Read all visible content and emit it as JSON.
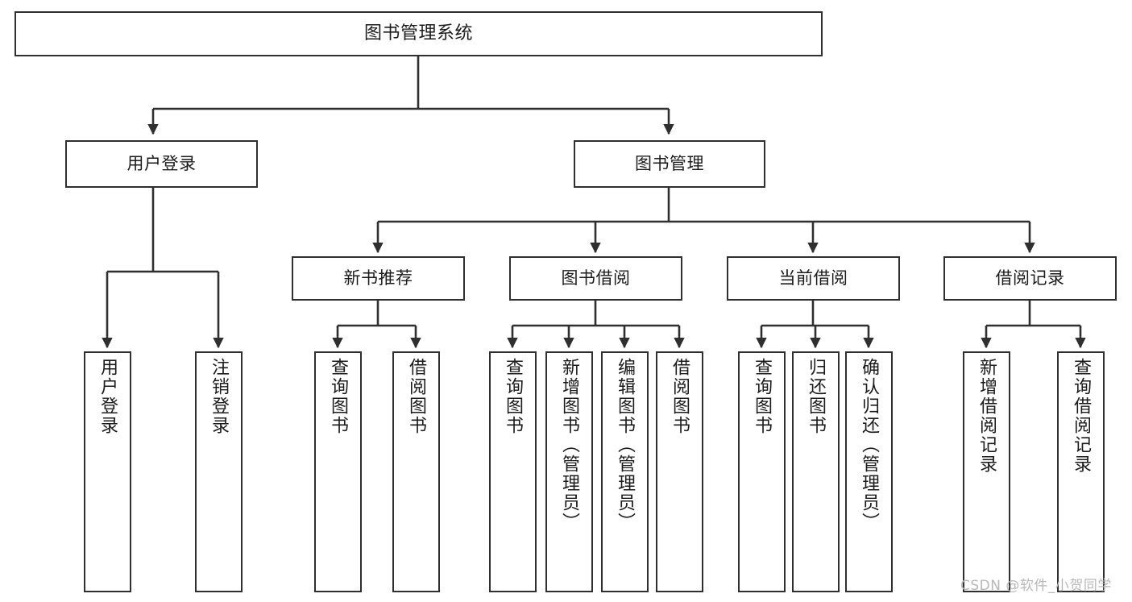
{
  "diagram": {
    "title": "图书管理系统",
    "type": "function-structure-tree",
    "stroke_color": "#2f2f2f",
    "fill_color": "#ffffff",
    "text_color": "#1b1b1b"
  },
  "nodes": {
    "root": {
      "label": "图书管理系统"
    },
    "level1": [
      {
        "id": "user-login",
        "label": "用户登录"
      },
      {
        "id": "book-manage",
        "label": "图书管理"
      }
    ],
    "level2": [
      {
        "id": "new-book-recommend",
        "label": "新书推荐"
      },
      {
        "id": "book-borrow",
        "label": "图书借阅"
      },
      {
        "id": "current-borrow",
        "label": "当前借阅"
      },
      {
        "id": "borrow-record",
        "label": "借阅记录"
      }
    ],
    "leaves": {
      "user-login": [
        {
          "id": "leaf-user-login",
          "label": "用户登录"
        },
        {
          "id": "leaf-logout",
          "label": "注销登录"
        }
      ],
      "new-book-recommend": [
        {
          "id": "leaf-query-book-1",
          "label": "查询图书"
        },
        {
          "id": "leaf-borrow-book-1",
          "label": "借阅图书"
        }
      ],
      "book-borrow": [
        {
          "id": "leaf-query-book-2",
          "label": "查询图书"
        },
        {
          "id": "leaf-add-book",
          "label": "新增图书（管理员）"
        },
        {
          "id": "leaf-edit-book",
          "label": "编辑图书（管理员）"
        },
        {
          "id": "leaf-borrow-book-2",
          "label": "借阅图书"
        }
      ],
      "current-borrow": [
        {
          "id": "leaf-query-book-3",
          "label": "查询图书"
        },
        {
          "id": "leaf-return-book",
          "label": "归还图书"
        },
        {
          "id": "leaf-confirm-return",
          "label": "确认归还（管理员）"
        }
      ],
      "borrow-record": [
        {
          "id": "leaf-add-record",
          "label": "新增借阅记录"
        },
        {
          "id": "leaf-query-record",
          "label": "查询借阅记录"
        }
      ]
    }
  },
  "watermark": {
    "text": "CSDN @软件_小贺同学"
  }
}
